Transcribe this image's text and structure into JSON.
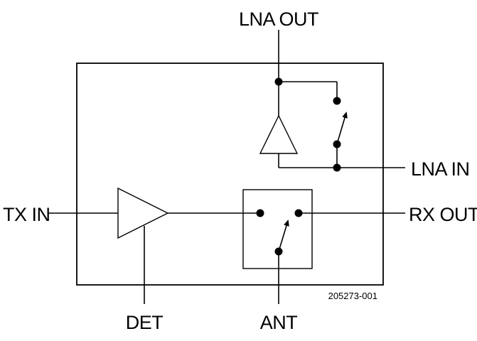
{
  "pins": {
    "lna_out": "LNA OUT",
    "lna_in": "LNA IN",
    "tx_in": "TX IN",
    "rx_out": "RX OUT",
    "det": "DET",
    "ant": "ANT"
  },
  "part_number": "205273-001"
}
